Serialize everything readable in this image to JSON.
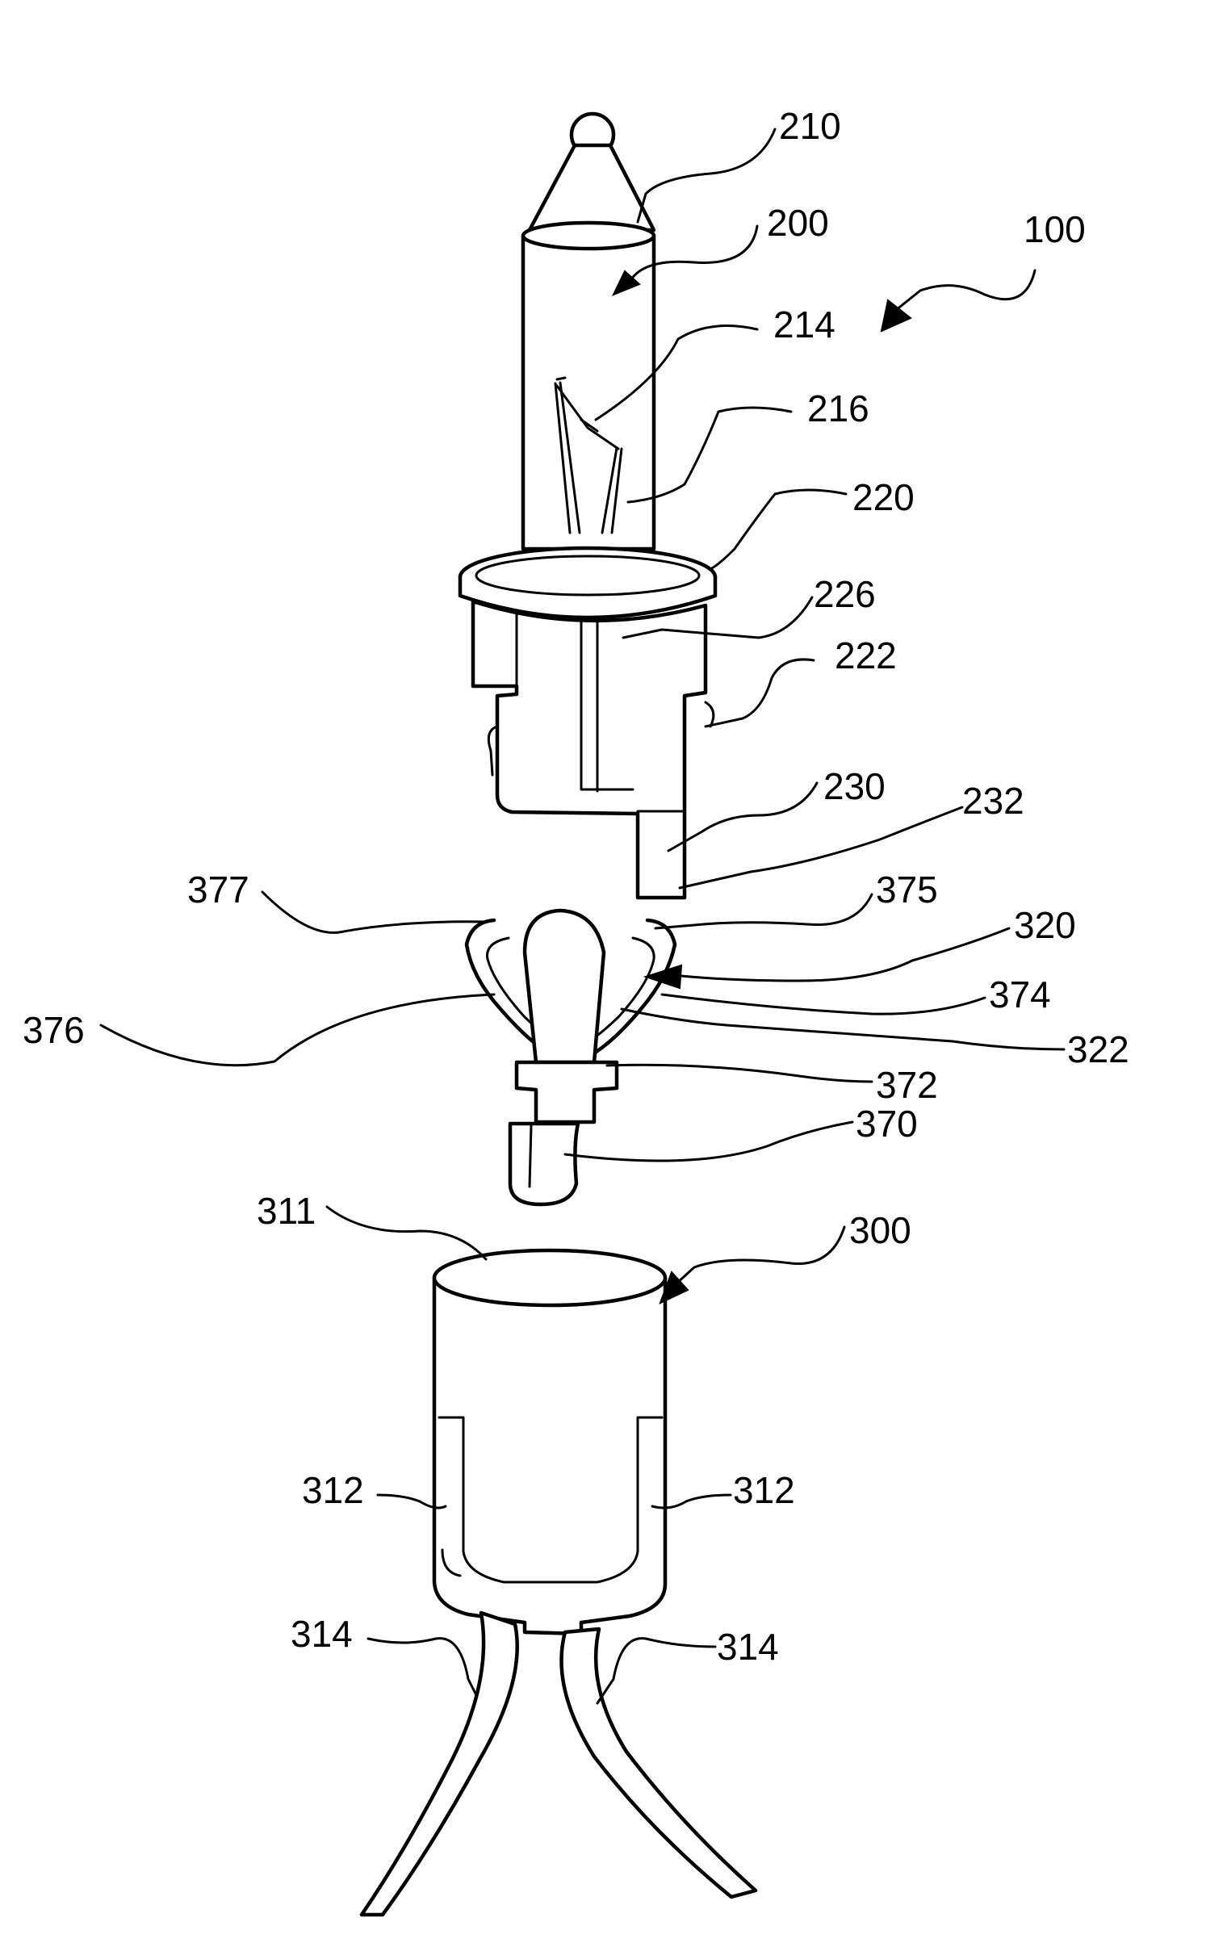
{
  "figure": {
    "labels": {
      "l100": "100",
      "l200": "200",
      "l210": "210",
      "l214": "214",
      "l216": "216",
      "l220": "220",
      "l222": "222",
      "l226": "226",
      "l230": "230",
      "l232": "232",
      "l300": "300",
      "l311": "311",
      "l312a": "312",
      "l312b": "312",
      "l314a": "314",
      "l314b": "314",
      "l320": "320",
      "l322": "322",
      "l370": "370",
      "l372": "372",
      "l374": "374",
      "l375": "375",
      "l376": "376",
      "l377": "377"
    }
  }
}
